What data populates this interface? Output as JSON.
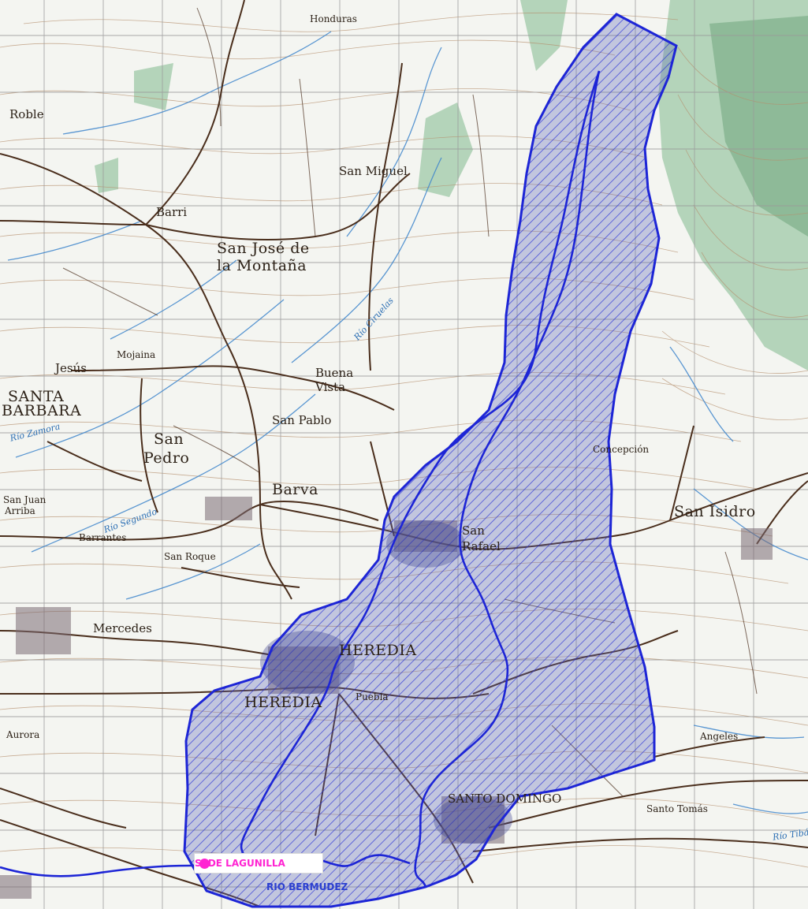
{
  "map": {
    "colors": {
      "paper": "#f4f5f1",
      "grid": "#9a9a9a",
      "contour": "#b58e6c",
      "road": "#4a2e1c",
      "water": "#3f86cc",
      "forest": "#7fb88c",
      "watershed_outline": "#1d25d6",
      "watershed_fill": "#5a63b8",
      "highlight_magenta": "#ff23d2",
      "highlight_blue": "#2b3fd0"
    },
    "places": {
      "roble": "Roble",
      "hondura": "Honduras",
      "barri": "Barri",
      "san_miguel": "San Miguel",
      "san_jose_1": "San José de",
      "san_jose_2": "la Montaña",
      "jesus": "Jesús",
      "mojaina": "Mojaina",
      "santa_1": "SANTA",
      "santa_2": "BARBARA",
      "buena_vista_1": "Buena",
      "buena_vista_2": "Vista",
      "san_pablo": "San Pablo",
      "san_pedro_1": "San",
      "san_pedro_2": "Pedro",
      "barva": "Barva",
      "san_juan_1": "San Juan",
      "san_juan_2": "Arriba",
      "barrantes": "Barrantes",
      "san_roque": "San Roque",
      "mercedes": "Mercedes",
      "heredia_upper": "HEREDIA",
      "heredia_lower": "HEREDIA",
      "aurora": "Aurora",
      "san_rafael_1": "San",
      "san_rafael_2": "Rafael",
      "concepcion": "Concepción",
      "san_isidro": "San Isidro",
      "santo_domingo": "SANTO DOMINGO",
      "santo_tomas": "Santo Tomás",
      "angeles": "Angeles",
      "puebla": "Puebla"
    },
    "rivers": {
      "rio_zamora": "Río Zamora",
      "rio_segundo": "Río Segundo",
      "rio_ciruelas": "Río Ciruelas",
      "rio_tibas": "Río Tibás"
    },
    "overlay": {
      "sede_label": "SEDE LAGUNILLA",
      "rio_label": "RIO BERMUDEZ"
    }
  }
}
